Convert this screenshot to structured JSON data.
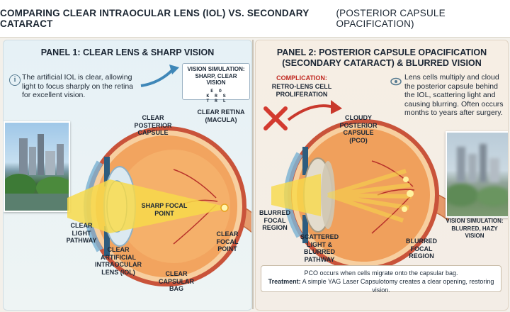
{
  "title": {
    "main": "COMPARING CLEAR INTRAOCULAR LENS (IOL) VS. SECONDARY CATARACT",
    "paren": "(POSTERIOR CAPSULE OPACIFICATION)"
  },
  "panel1": {
    "heading": "PANEL 1: CLEAR LENS & SHARP VISION",
    "description": "The artificial IOL is clear, allowing light to focus sharply on the retina for excellent vision.",
    "sim_title": "VISION SIMULATION: SHARP, CLEAR VISION",
    "sim_chart": "E  O\nK  R  S\nT  R  L",
    "labels": {
      "clear_posterior_capsule": "CLEAR POSTERIOR CAPSULE",
      "clear_retina": "CLEAR RETINA (MACULA)",
      "sharp_focal_point": "SHARP FOCAL POINT",
      "clear_light_pathway": "CLEAR LIGHT PATHWAY",
      "clear_iol": "CLEAR ARTIFICIAL INTRAOCULAR LENS (IOL)",
      "clear_capsular_bag": "CLEAR CAPSULAR BAG",
      "clear_focal_point": "CLEAR FOCAL POINT"
    }
  },
  "panel2": {
    "heading_line1": "PANEL 2: POSTERIOR CAPSULE OPACIFICATION",
    "heading_line2": "(SECONDARY CATARACT) & BLURRED VISION",
    "description": "Lens cells multiply and cloud the posterior capsule behind the IOL, scattering light and causing blurring. Often occurs months to years after surgery.",
    "complication_title": "COMPLICATION:",
    "complication_text": "RETRO-LENS CELL PROLIFERATION",
    "labels": {
      "cloudy_capsule": "CLOUDY POSTERIOR CAPSULE (PCO)",
      "blurred_focal_region": "BLURRED FOCAL REGION",
      "scattered_light": "SCATTERED LIGHT & BLURRED PATHWAY",
      "blurred_focal_region_right": "BLURRED FOCAL REGION"
    },
    "sim_title": "VISION SIMULATION: BLURRED, HAZY VISION"
  },
  "footer": {
    "line1": "PCO occurs when cells migrate onto the capsular bag.",
    "treatment_label": "Treatment:",
    "treatment_text": "A simple YAG Laser Capsulotomy creates a clear opening, restoring vision."
  },
  "colors": {
    "light_beam": "#f7d94a",
    "eye_outer": "#d9472f",
    "eye_inner": "#f09a55",
    "complication": "#c0271f"
  },
  "icons": [
    "info-icon",
    "eye-icon",
    "x-mark-icon",
    "arrow-icon"
  ]
}
